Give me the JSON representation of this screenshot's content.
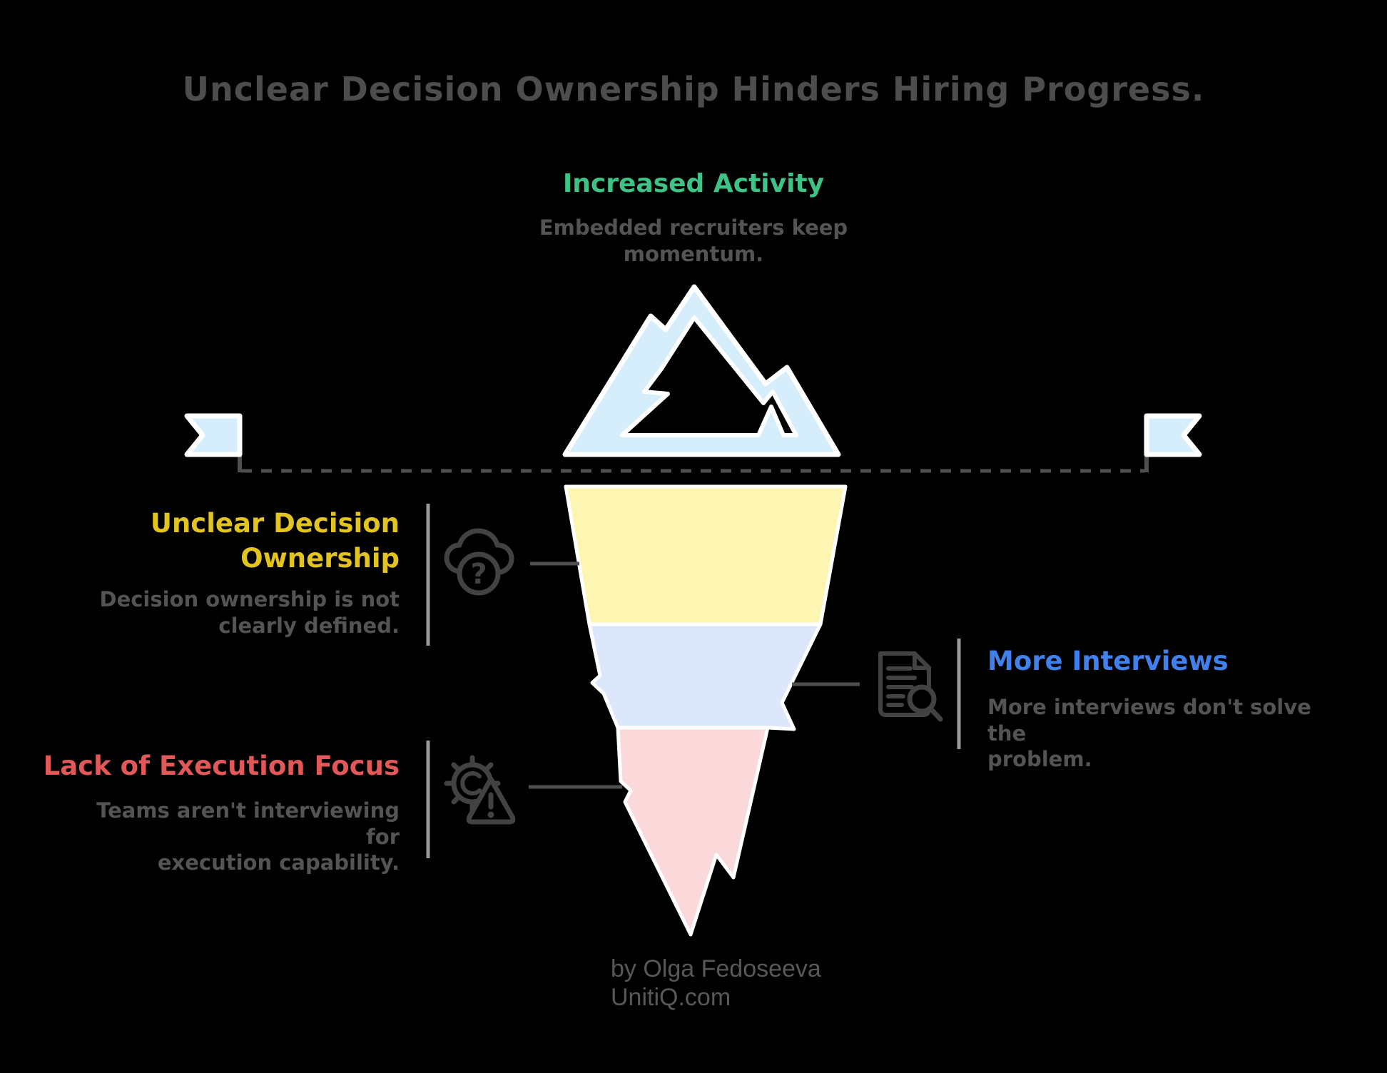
{
  "title": "Unclear Decision Ownership Hinders Hiring Progress.",
  "sections": {
    "top": {
      "heading": "Increased Activity",
      "description_lines": [
        "Embedded recruiters keep",
        "momentum."
      ],
      "color": "#3dc385"
    },
    "left_upper": {
      "heading_lines": [
        "Unclear Decision",
        "Ownership"
      ],
      "description_lines": [
        "Decision ownership is not",
        "clearly defined."
      ],
      "color": "#e3c41f"
    },
    "right": {
      "heading": "More Interviews",
      "description_lines": [
        "More interviews don't solve the",
        "problem."
      ],
      "color": "#4181ee"
    },
    "left_lower": {
      "heading": "Lack of Execution Focus",
      "description_lines": [
        "Teams aren't interviewing for",
        "execution capability."
      ],
      "color": "#e25757"
    }
  },
  "attribution": {
    "author": "by Olga Fedoseeva",
    "website": "UnitiQ.com"
  },
  "icons": {
    "left_upper": "cloud-question-icon",
    "right": "document-search-icon",
    "left_lower": "gear-warning-icon",
    "iceberg_top": "mountain-iceberg-icon",
    "waterline_markers": [
      "flag-left-icon",
      "flag-right-icon"
    ]
  },
  "palette": {
    "bg": "#000000",
    "ice": "#d6edfb",
    "layer-yellow": "#fdf6b2",
    "layer-blue": "#dce7fc",
    "layer-pink": "#fbd9db",
    "green": "#3dc385",
    "yellow-text": "#e3c41f",
    "blue-text": "#4181ee",
    "red": "#e25757",
    "title-gray": "#4d4d4d",
    "sub-gray": "#545454",
    "line": "#4f4f4f",
    "divider": "#9a9a9a",
    "icon": "#424242",
    "attr-gray": "#585858"
  }
}
